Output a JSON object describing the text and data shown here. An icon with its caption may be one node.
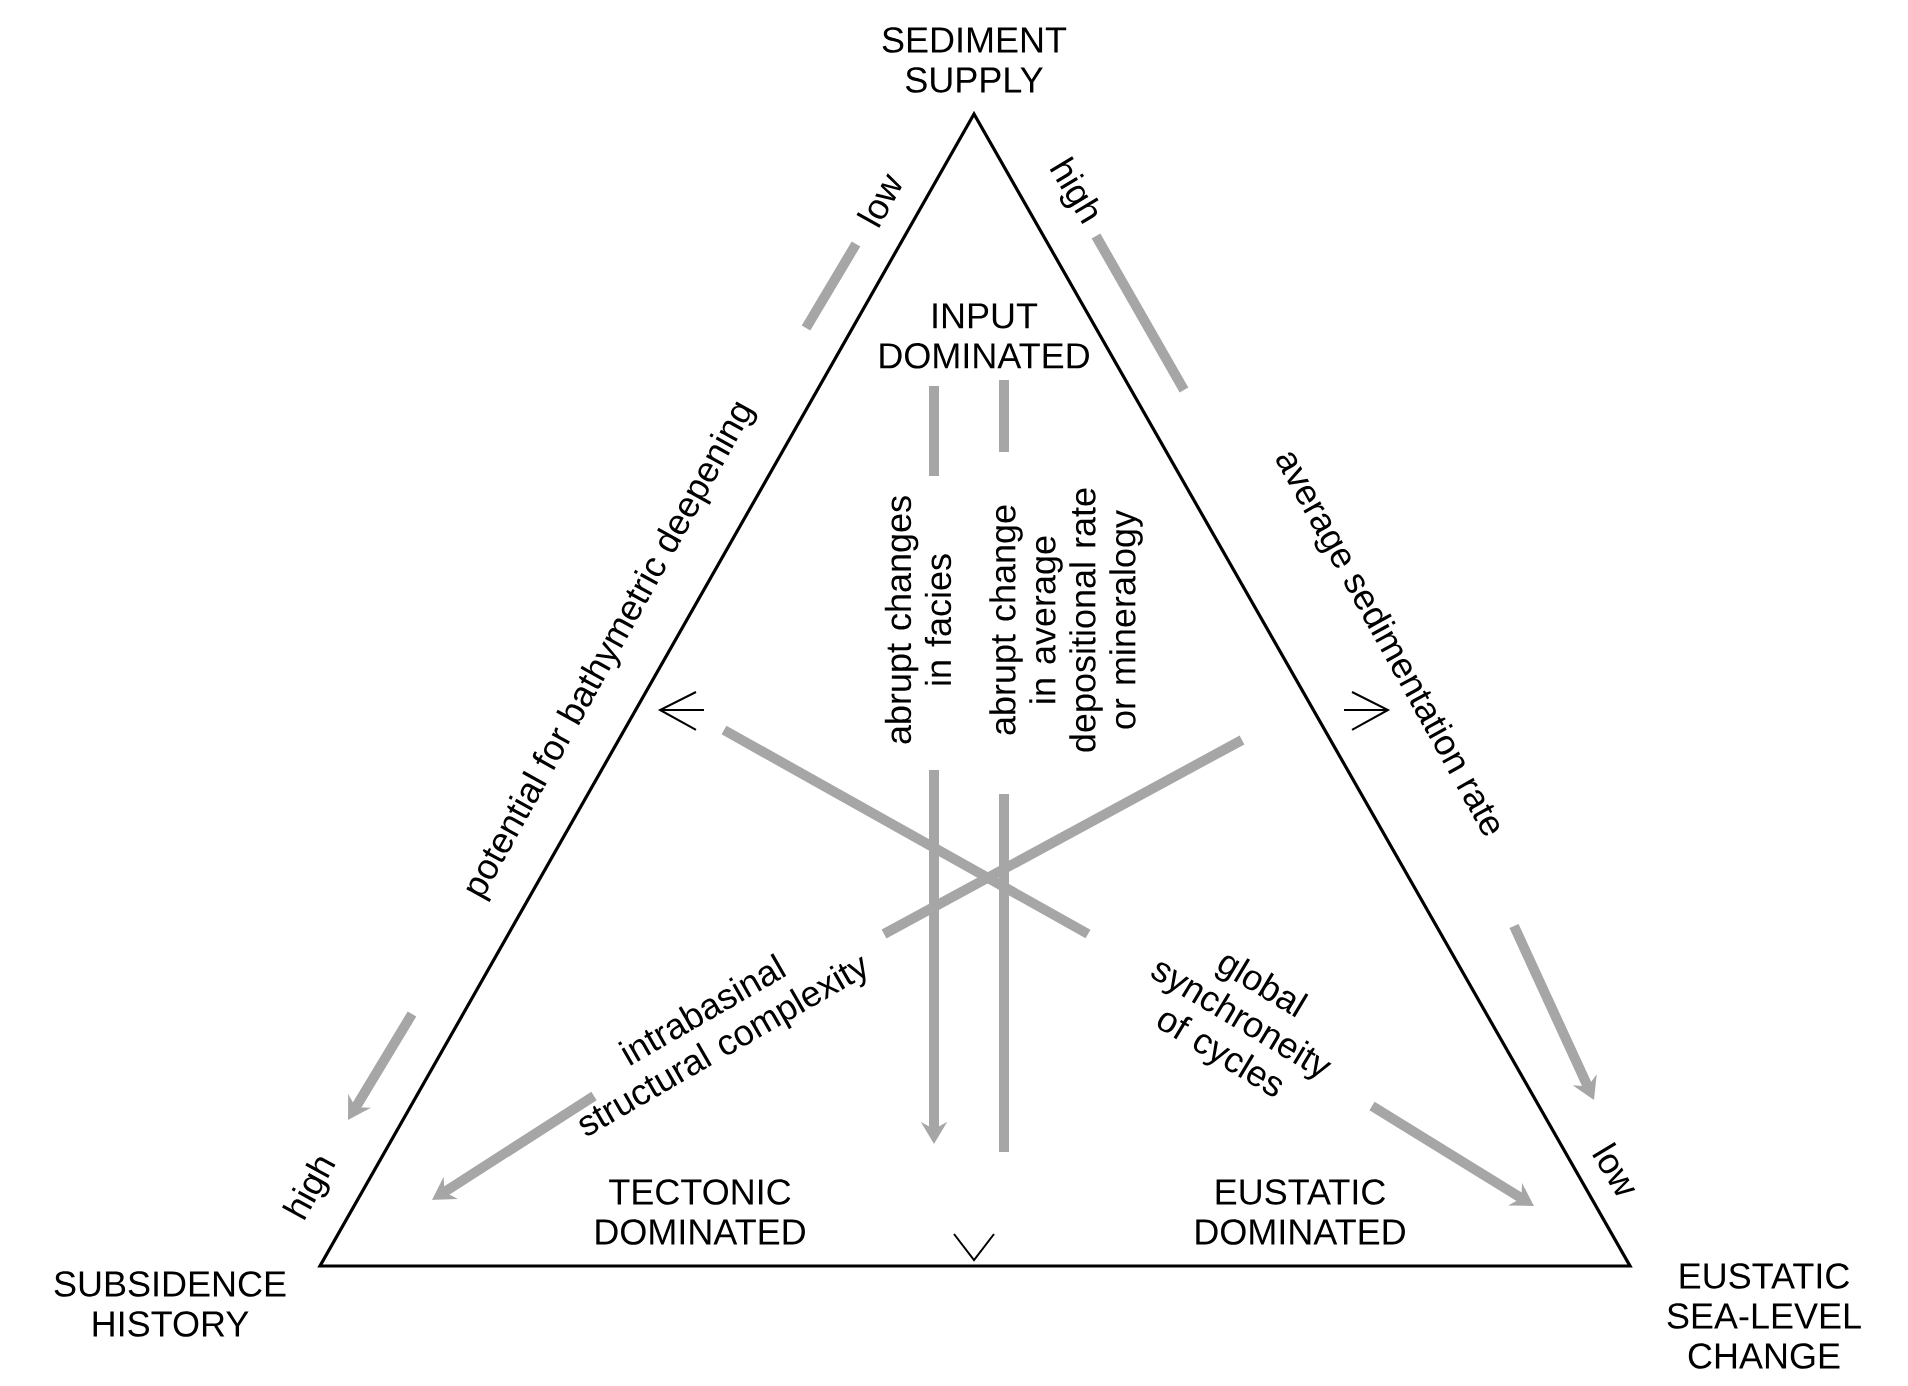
{
  "diagram": {
    "labels": [
      "SEDIMENT SUPPLY",
      "low",
      "high",
      "INPUT DOMINATED",
      "potential for bathymetric deepening",
      "average sedimentation rate",
      "abrupt changes in facies",
      "abrupt change in average depositional rate or mineralogy",
      "intrabasinal structural complexity",
      "global synchroneity of cycles",
      "high",
      "low",
      "TECTONIC DOMINATED",
      "EUSTATIC DOMINATED",
      "SUBSIDENCE HISTORY",
      "EUSTATIC SEA-LEVEL CHANGE"
    ]
  }
}
